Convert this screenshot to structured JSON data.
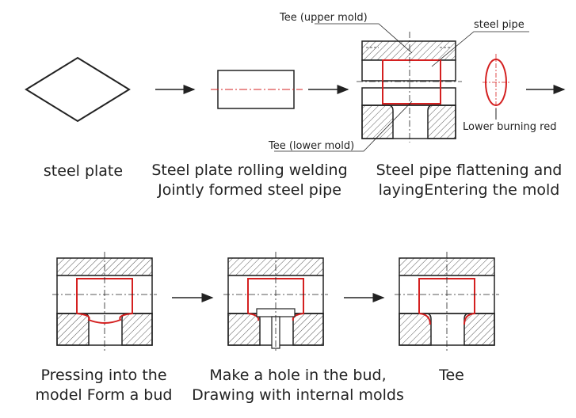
{
  "callouts": {
    "tee_upper_mold": "Tee (upper mold)",
    "steel_pipe": "steel pipe",
    "tee_lower_mold": "Tee (lower mold)",
    "lower_burning_red": "Lower burning red"
  },
  "steps_top": [
    {
      "line1": "steel plate",
      "line2": ""
    },
    {
      "line1": "Steel plate rolling welding",
      "line2": "Jointly formed steel pipe"
    },
    {
      "line1": "Steel pipe flattening and",
      "line2": "layingEntering the mold"
    }
  ],
  "steps_bottom": [
    {
      "line1": "Pressing into the",
      "line2": "model Form a bud"
    },
    {
      "line1": "Make a hole in the bud,",
      "line2": "Drawing with internal molds"
    },
    {
      "line1": "Tee",
      "line2": ""
    }
  ],
  "colors": {
    "line": "#222222",
    "hot": "#d42020",
    "hatch": "#555555"
  }
}
